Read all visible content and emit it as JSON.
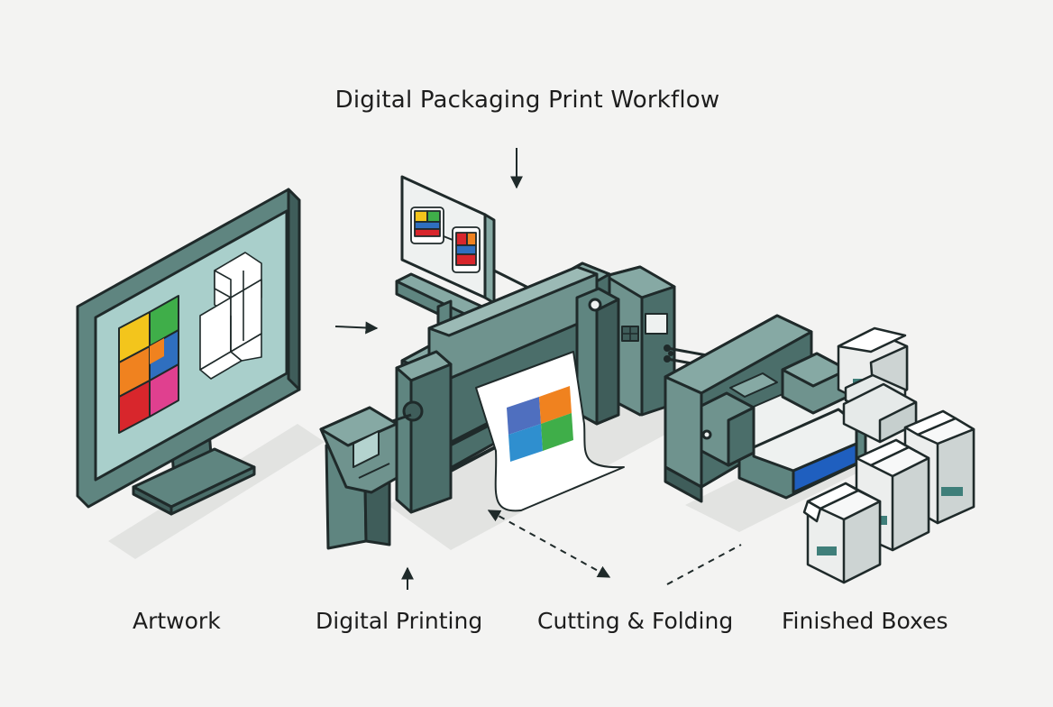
{
  "title": "Digital Packaging Print Workflow",
  "stages": [
    {
      "label": "Artwork"
    },
    {
      "label": "Digital Printing"
    },
    {
      "label": "Cutting & Folding"
    },
    {
      "label": "Finished Boxes"
    }
  ],
  "colors": {
    "machine_teal": "#5f8580",
    "machine_dark": "#4b6e6a",
    "machine_light": "#86a9a4",
    "outline": "#1f2a2a",
    "screen": "#a9cfcb",
    "background": "#f3f3f2",
    "swatch_yellow": "#f3c51c",
    "swatch_green": "#3fae49",
    "swatch_orange": "#f0821f",
    "swatch_blue": "#2f6fbf",
    "swatch_red": "#d8262c",
    "swatch_magenta": "#e0408f"
  }
}
